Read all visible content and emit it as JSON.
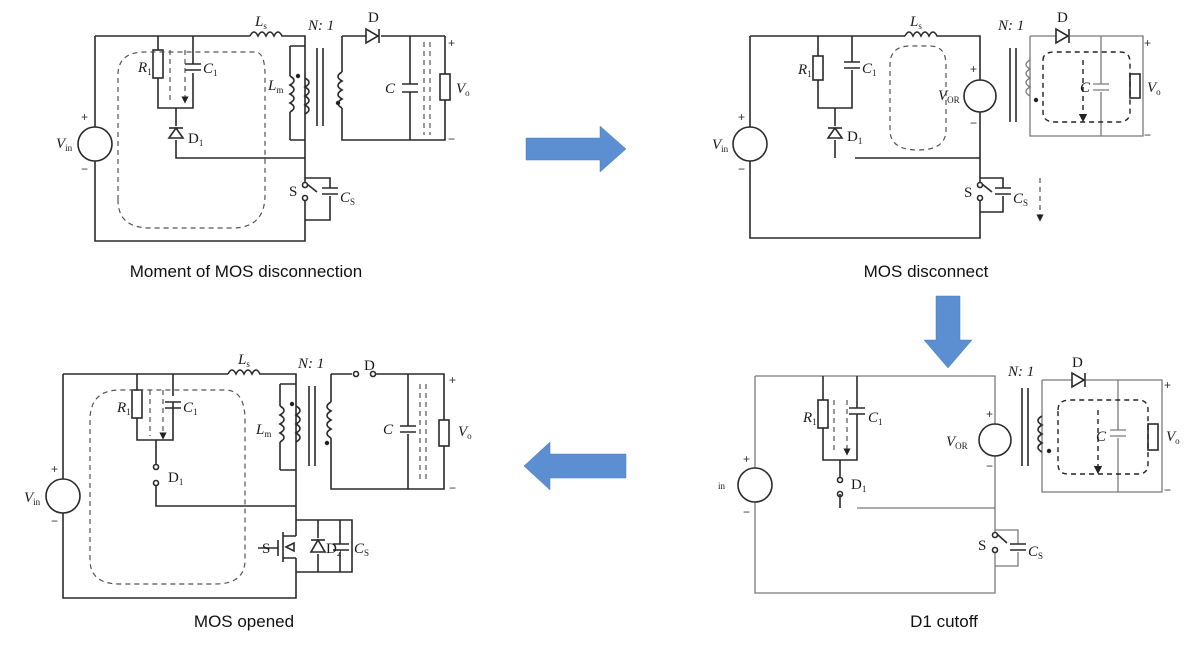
{
  "panels": [
    {
      "caption": "Moment of MOS disconnection",
      "labels": {
        "Ls": "L",
        "Ls_sub": "s",
        "N": "N",
        "ratio": ": 1",
        "D": "D",
        "R1": "R",
        "R1_sub": "1",
        "C1": "C",
        "C1_sub": "1",
        "Lm": "L",
        "Lm_sub": "m",
        "C": "C",
        "Vo": "V",
        "Vo_sub": "o",
        "Vin": "V",
        "Vin_sub": "in",
        "D1": "D",
        "D1_sub": "1",
        "S": "S",
        "Cs": "C",
        "Cs_sub": "S"
      }
    },
    {
      "caption": "MOS disconnect",
      "labels": {
        "Ls": "L",
        "Ls_sub": "s",
        "N": "N",
        "ratio": ": 1",
        "D": "D",
        "R1": "R",
        "R1_sub": "1",
        "C1": "C",
        "C1_sub": "1",
        "VOR": "V",
        "VOR_sub": "OR",
        "C": "C",
        "Vo": "V",
        "Vo_sub": "o",
        "Vin": "V",
        "Vin_sub": "in",
        "D1": "D",
        "D1_sub": "1",
        "S": "S",
        "Cs": "C",
        "Cs_sub": "S"
      }
    },
    {
      "caption": "MOS opened",
      "labels": {
        "Ls": "L",
        "Ls_sub": "s",
        "N": "N",
        "ratio": ": 1",
        "D": "D",
        "R1": "R",
        "R1_sub": "1",
        "C1": "C",
        "C1_sub": "1",
        "Lm": "L",
        "Lm_sub": "m",
        "C": "C",
        "Vo": "V",
        "Vo_sub": "o",
        "Vin": "V",
        "Vin_sub": "in",
        "D1": "D",
        "D1_sub": "1",
        "S": "S",
        "D2": "D",
        "D2_sub": "2",
        "Cs": "C",
        "Cs_sub": "S"
      }
    },
    {
      "caption": "D1 cutoff",
      "labels": {
        "N": "N",
        "ratio": ": 1",
        "D": "D",
        "R1": "R",
        "R1_sub": "1",
        "C1": "C",
        "C1_sub": "1",
        "VOR": "V",
        "VOR_sub": "OR",
        "C": "C",
        "Vo": "V",
        "Vo_sub": "o",
        "Vin": "in",
        "D1": "D",
        "D1_sub": "1",
        "S": "S",
        "Cs": "C",
        "Cs_sub": "S"
      }
    }
  ],
  "signs": {
    "plus": "+",
    "minus": "−"
  },
  "colors": {
    "arrow": "#5b8fd1",
    "wire": "#2a2a2a"
  }
}
